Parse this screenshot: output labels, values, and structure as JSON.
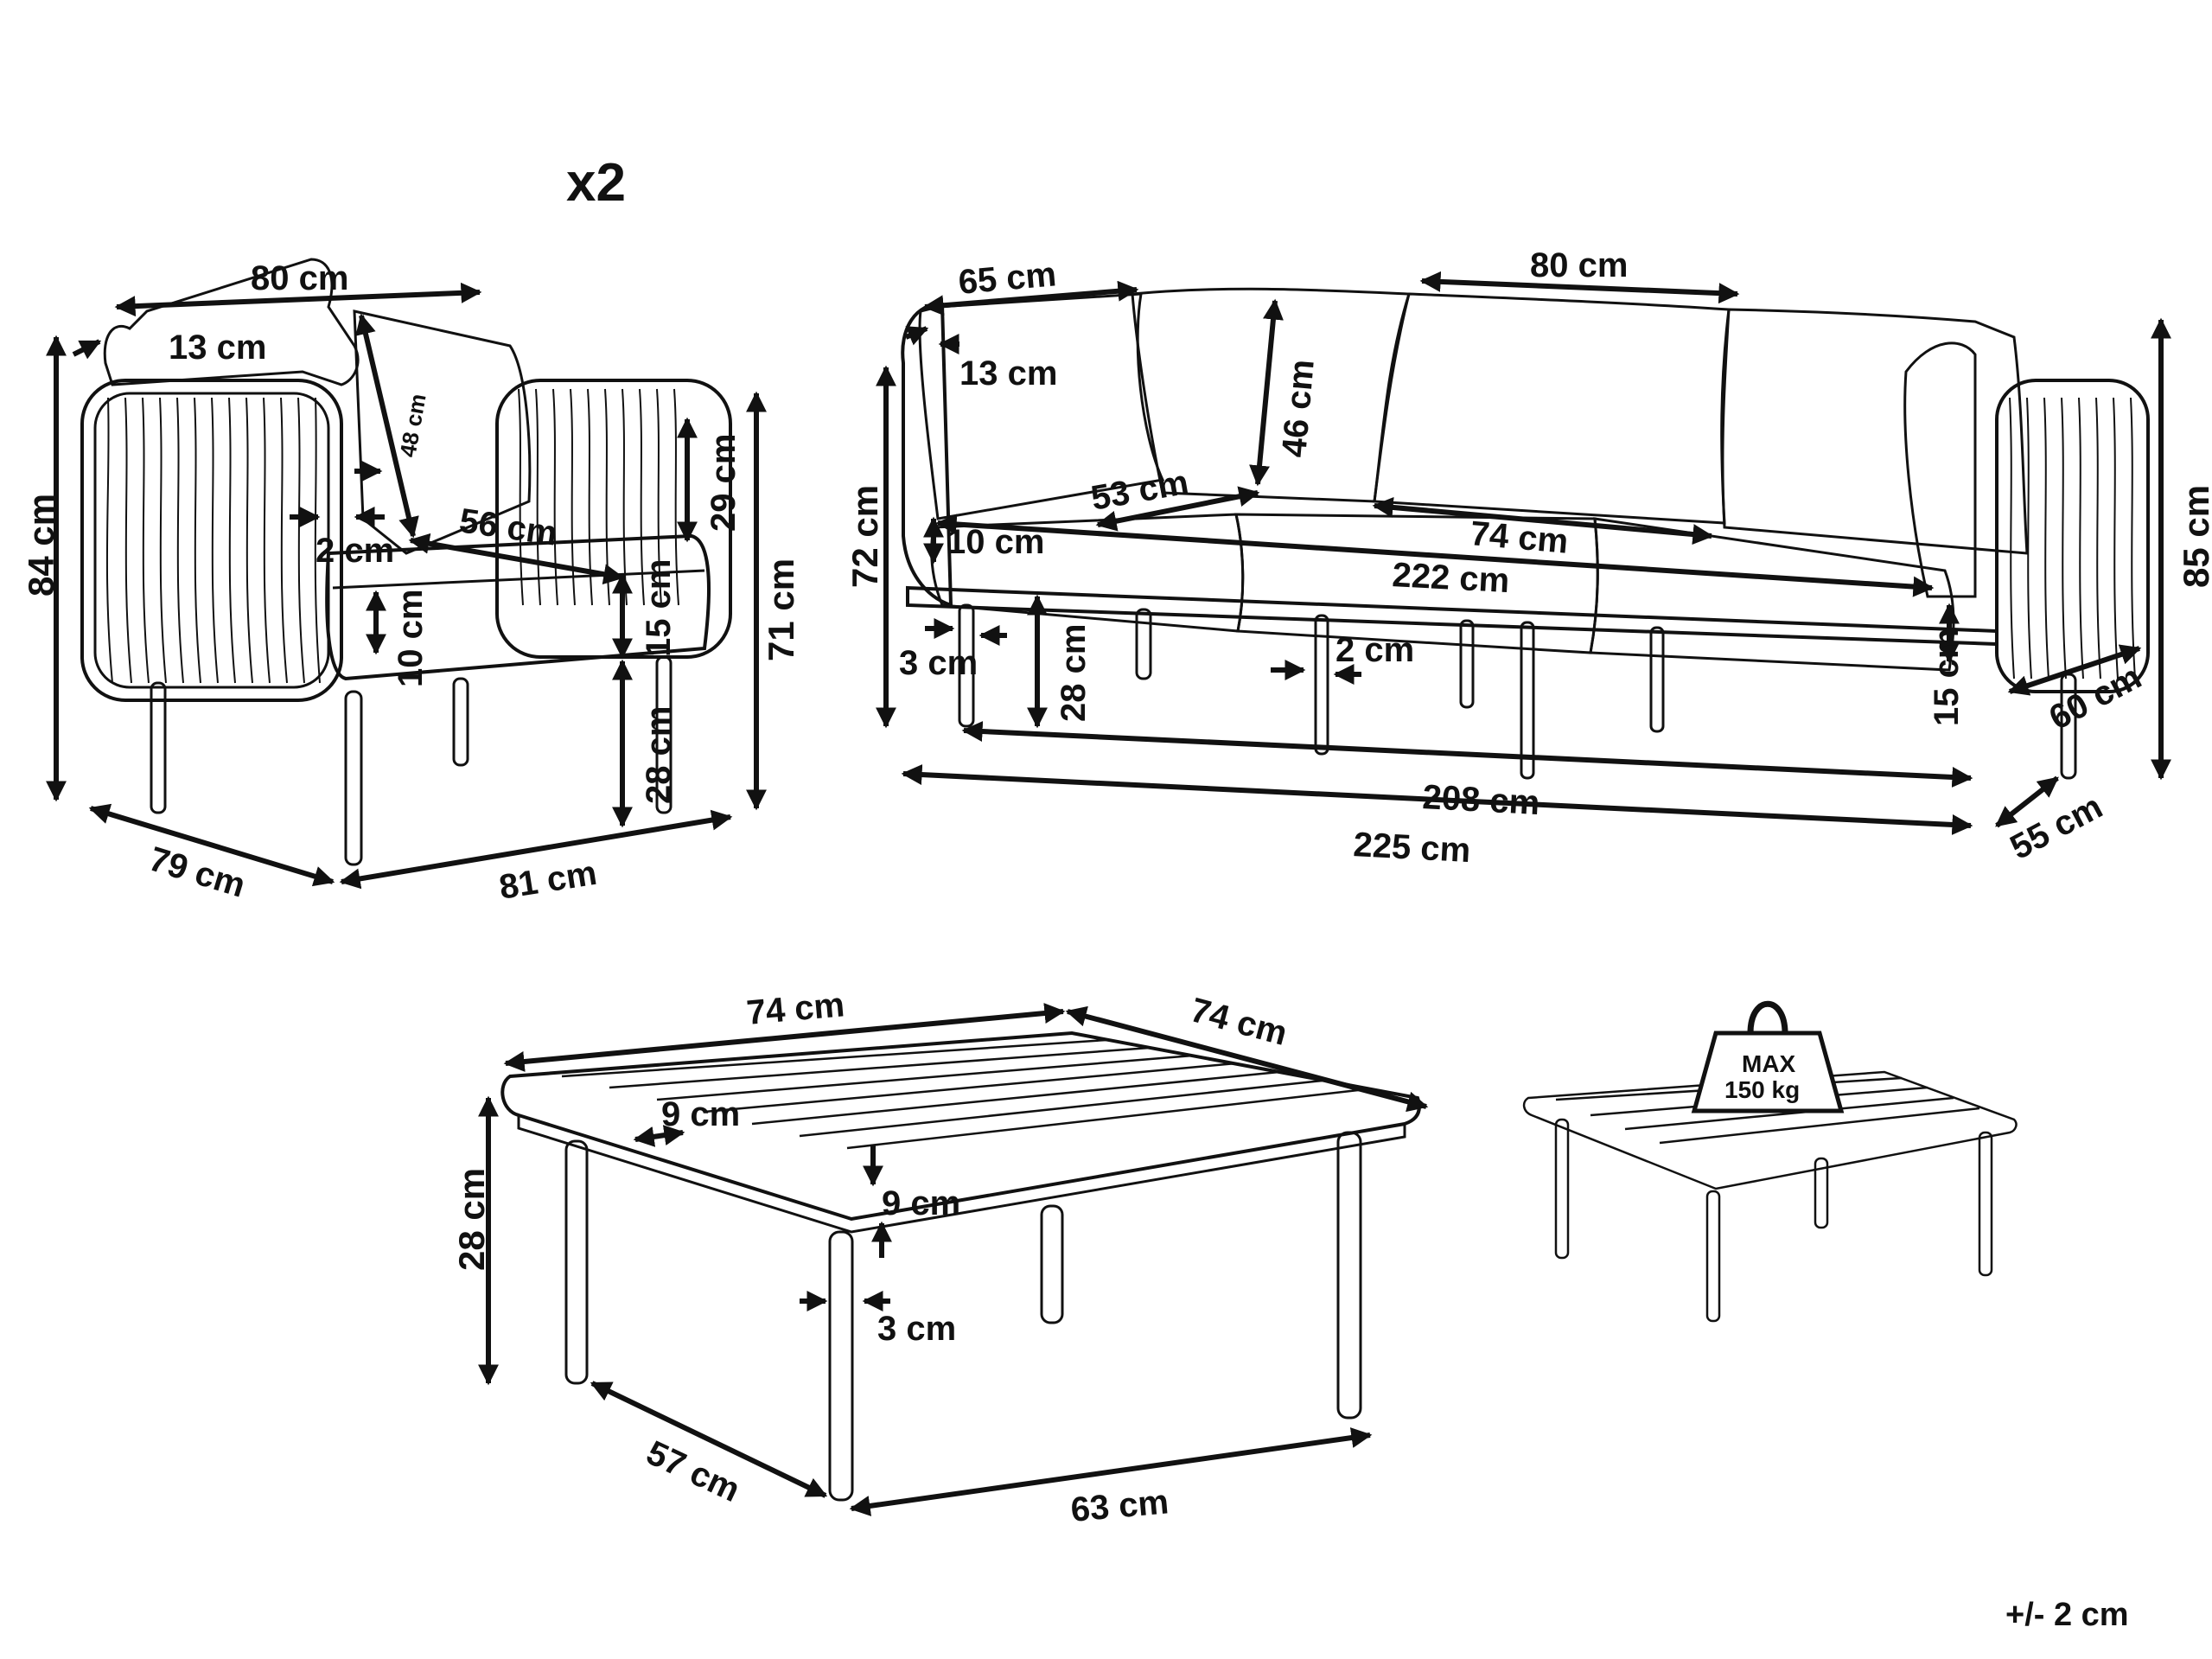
{
  "quantity_label": "x2",
  "tolerance_label": "+/- 2 cm",
  "weight_badge": {
    "line1": "MAX",
    "line2": "150 kg"
  },
  "armchair": {
    "width_top": "80 cm",
    "armrest_top": "13 cm",
    "back_cushion_height": "48 cm",
    "height_total": "84 cm",
    "armrest_height": "29 cm",
    "arm_thickness": "2 cm",
    "seat_depth": "56 cm",
    "seat_cushion": "15 cm",
    "seat_side": "10 cm",
    "seat_height": "28 cm",
    "arm_height": "71 cm",
    "depth": "79 cm",
    "width_bottom": "81 cm"
  },
  "sofa": {
    "side_back_width": "65 cm",
    "back_cushion_width": "80 cm",
    "back_cushion_height": "46 cm",
    "armrest_top": "13 cm",
    "arm_height": "72 cm",
    "seat_depth": "53 cm",
    "arm_thickness": "10 cm",
    "seat_cushion_width": "74 cm",
    "seat_width": "222 cm",
    "leg_width": "3 cm",
    "seat_height": "28 cm",
    "leg_gap": "2 cm",
    "cushion_height": "15 cm",
    "inner_depth": "60 cm",
    "height_total": "85 cm",
    "width_inner": "208 cm",
    "width_total": "225 cm",
    "depth": "55 cm"
  },
  "table": {
    "top_width": "74 cm",
    "top_depth": "74 cm",
    "slat_width": "9 cm",
    "frame_height": "9 cm",
    "height": "28 cm",
    "leg_width": "3 cm",
    "leg_depth": "57 cm",
    "leg_span": "63 cm"
  }
}
